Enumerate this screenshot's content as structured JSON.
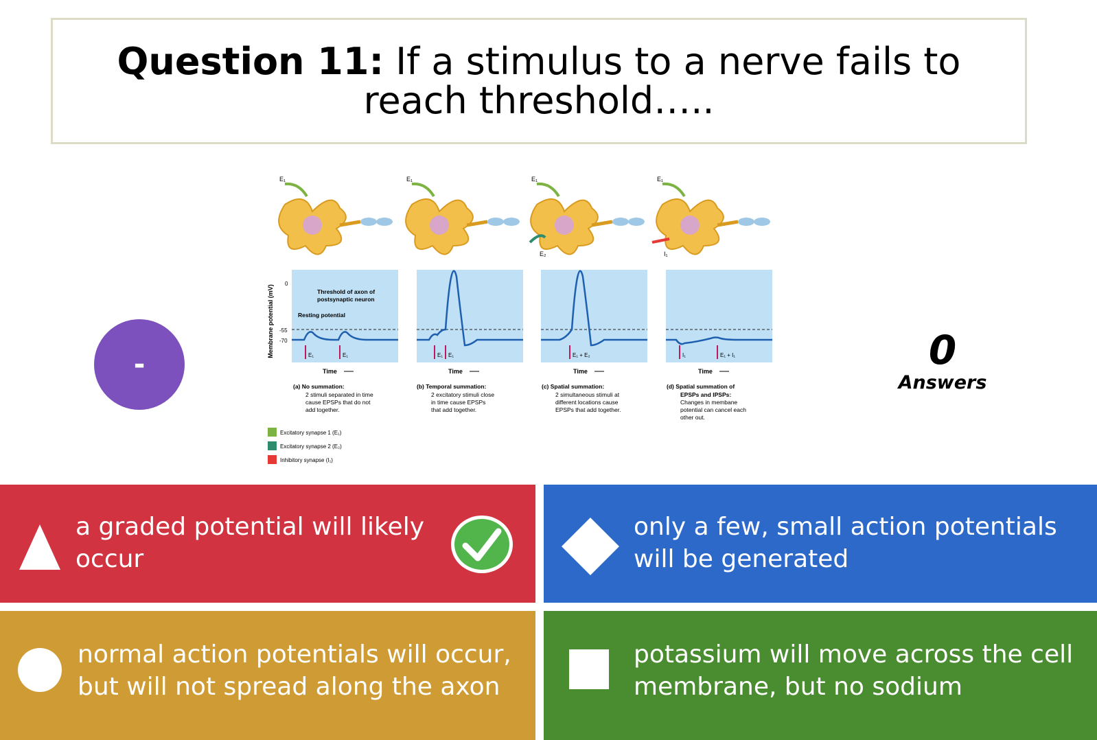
{
  "question": {
    "prefix": "Question 11:",
    "text": " If a stimulus to a nerve fails to reach threshold….."
  },
  "timer": {
    "value": "-"
  },
  "answers": {
    "count": "0",
    "label": "Answers"
  },
  "figure": {
    "y_axis_label": "Membrane potential (mV)",
    "y_ticks": [
      "0",
      "-55",
      "-70"
    ],
    "threshold_label_1": "Threshold of axon of",
    "threshold_label_2": "postsynaptic neuron",
    "resting_label": "Resting potential",
    "time_label": "Time",
    "panels": [
      {
        "input_top": "E₁",
        "input_bottom": "",
        "markers": [
          "E₁",
          "E₁"
        ],
        "caption_title": "(a) No summation:",
        "caption_lines": [
          "2 stimuli separated in time",
          "cause EPSPs that do not",
          "add together."
        ]
      },
      {
        "input_top": "E₁",
        "input_bottom": "",
        "markers": [
          "E₁",
          "E₁"
        ],
        "caption_title": "(b) Temporal summation:",
        "caption_lines": [
          "2 excitatory stimuli close",
          "in time cause EPSPs",
          "that add together."
        ]
      },
      {
        "input_top": "E₁",
        "input_bottom": "E₂",
        "markers": [
          "E₁ + E₂"
        ],
        "caption_title": "(c) Spatial summation:",
        "caption_lines": [
          "2 simultaneous stimuli at",
          "different locations cause",
          "EPSPs that add together."
        ]
      },
      {
        "input_top": "E₁",
        "input_bottom": "I₁",
        "markers": [
          "I₁",
          "E₁ + I₁"
        ],
        "caption_title": "(d) Spatial summation of",
        "caption_lines": [
          "EPSPs and IPSPs:",
          "Changes in membane",
          "potential can cancel each",
          "other out."
        ]
      }
    ],
    "legend": [
      {
        "label": "Excitatory synapse 1 (E₁)",
        "color": "#7cb342"
      },
      {
        "label": "Excitatory synapse 2 (E₂)",
        "color": "#2e8b6e"
      },
      {
        "label": "Inhibitory synapse (I₁)",
        "color": "#e53935"
      }
    ]
  },
  "options": [
    {
      "shape": "triangle-icon",
      "text_line1": "a graded potential will likely",
      "text_line2": "occur",
      "color": "#d13340",
      "correct": true
    },
    {
      "shape": "diamond-icon",
      "text_line1": "only a few, small action potentials",
      "text_line2": "will be generated",
      "color": "#2d69c8",
      "correct": false
    },
    {
      "shape": "circle-icon",
      "text_line1": "normal action potentials will occur,",
      "text_line2": "but will not spread along the axon",
      "color": "#cf9b34",
      "correct": false
    },
    {
      "shape": "square-icon",
      "text_line1": "potassium will move across the cell",
      "text_line2": "membrane, but no sodium",
      "color": "#4a8c30",
      "correct": false
    }
  ]
}
